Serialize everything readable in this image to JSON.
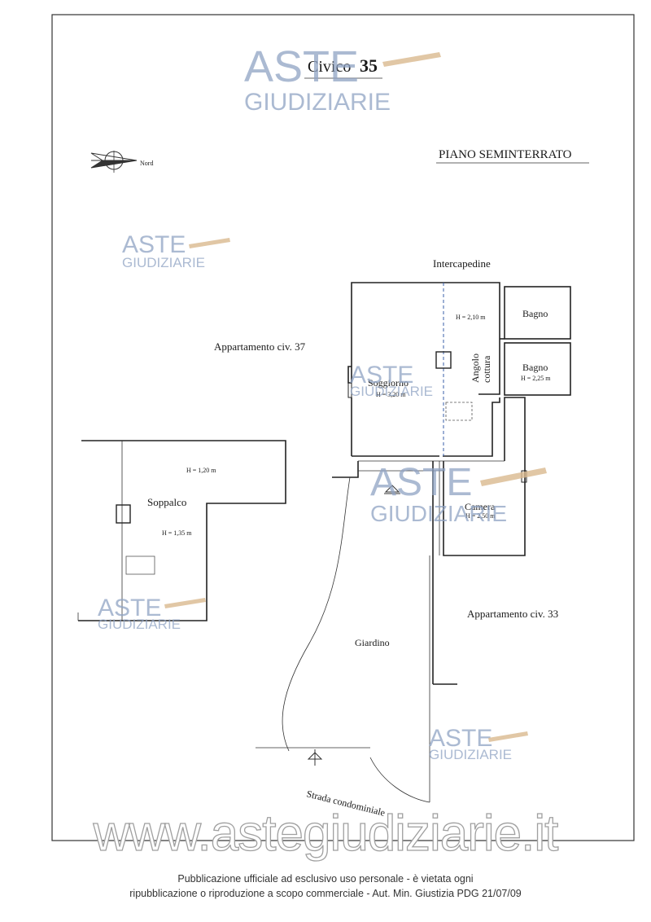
{
  "header": {
    "civico_label": "Civico",
    "civico_number": "35"
  },
  "floor_title": "PIANO SEMINTERRATO",
  "compass": {
    "label": "Nord",
    "icon": "north-arrow-icon"
  },
  "rooms": {
    "intercapedine": "Intercapedine",
    "appartamento_37": "Appartamento civ. 37",
    "appartamento_33": "Appartamento civ. 33",
    "bagno_1": "Bagno",
    "bagno_2": "Bagno",
    "bagno_2_height": "H = 2,25 m",
    "angolo_cottura_1": "Angolo",
    "angolo_cottura_2": "cottura",
    "angolo_height": "H = 2,10 m",
    "soggiorno": "Soggiorno",
    "soggiorno_height": "H = 3,20 m",
    "soppalco": "Soppalco",
    "soppalco_height_1": "H = 1,20 m",
    "soppalco_height_2": "H = 1,35 m",
    "camera": "Camera",
    "camera_height": "H = 2,50 m",
    "giardino": "Giardino",
    "strada": "Strada condominiale"
  },
  "watermark": {
    "brand_top": "ASTE",
    "brand_bottom": "GIUDIZIARIE",
    "site": "www.astegiudiziarie.it",
    "color": "#8fa3c4"
  },
  "footer": {
    "line1": "Pubblicazione ufficiale ad esclusivo uso personale - è vietata ogni",
    "line2": "ripubblicazione o riproduzione a scopo commerciale - Aut. Min. Giustizia PDG 21/07/09"
  }
}
